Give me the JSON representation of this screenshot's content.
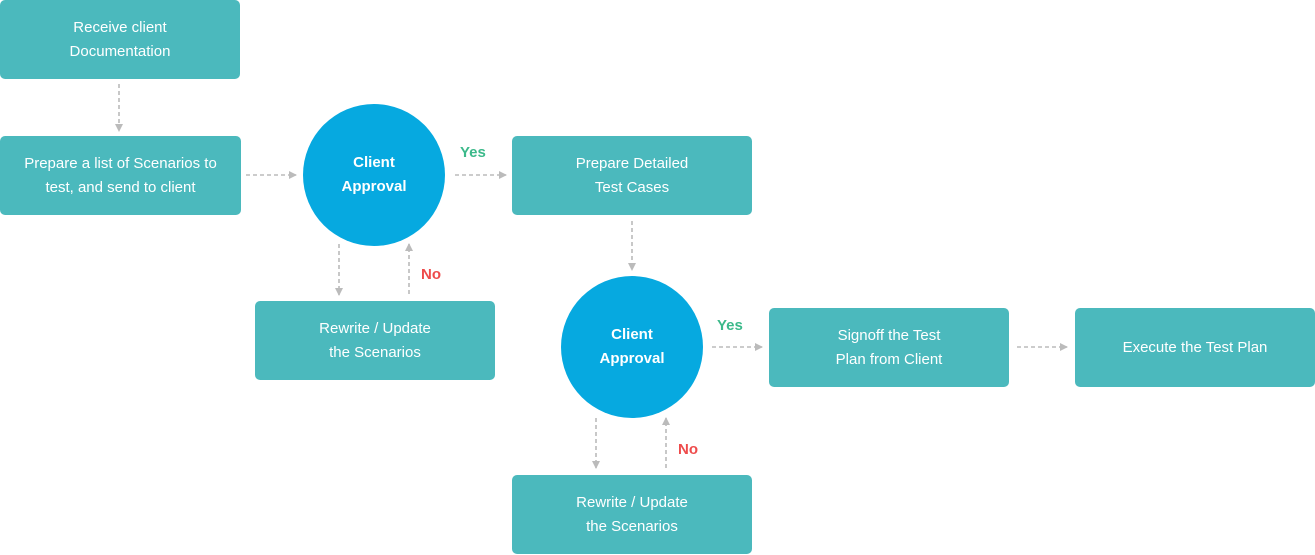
{
  "nodes": {
    "receive_docs": [
      "Receive client",
      "Documentation"
    ],
    "prepare_scenarios": [
      "Prepare a list of Scenarios to",
      "test, and send to client"
    ],
    "approval_1": [
      "Client",
      "Approval"
    ],
    "prepare_test_cases": [
      "Prepare Detailed",
      "Test Cases"
    ],
    "rewrite_1": [
      "Rewrite / Update",
      "the Scenarios"
    ],
    "approval_2": [
      "Client",
      "Approval"
    ],
    "signoff": [
      "Signoff the Test",
      "Plan from Client"
    ],
    "execute": [
      "Execute the Test Plan"
    ],
    "rewrite_2": [
      "Rewrite / Update",
      "the Scenarios"
    ]
  },
  "edge_labels": {
    "yes_1": "Yes",
    "no_1": "No",
    "yes_2": "Yes",
    "no_2": "No"
  },
  "colors": {
    "process_box": "#4bb9bd",
    "decision_circle": "#06a9e0",
    "yes_label": "#3bb98a",
    "no_label": "#ee4b4b",
    "connector": "#bbbbbb"
  }
}
